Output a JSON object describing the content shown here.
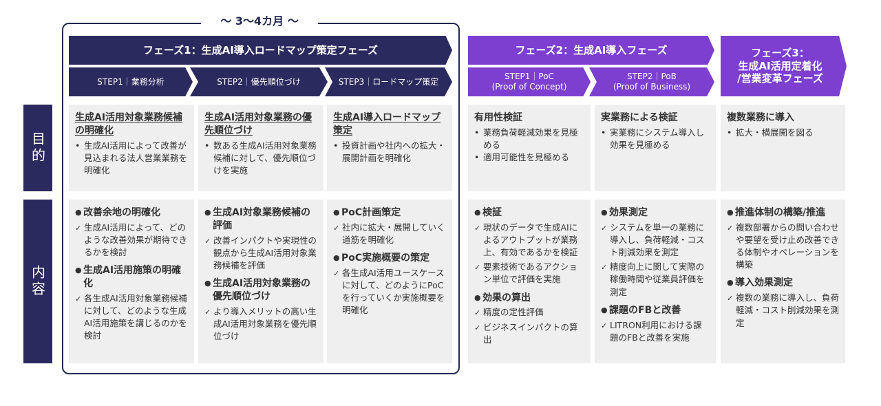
{
  "duration_label": "～ 3～4カ月 ～",
  "phases": [
    {
      "title": "フェーズ1：生成AI導入ロードマップ策定フェーズ"
    },
    {
      "title": "フェーズ2：生成AI導入フェーズ"
    },
    {
      "title_line1": "フェーズ3：",
      "title_line2": "生成AI活用定着化",
      "title_line3": "/営業変革フェーズ"
    }
  ],
  "steps": [
    {
      "line1": "STEP1｜業務分析"
    },
    {
      "line1": "STEP2｜優先順位づけ"
    },
    {
      "line1": "STEP3｜ロードマップ策定"
    },
    {
      "line1": "STEP1｜PoC",
      "line2": "(Proof of Concept)"
    },
    {
      "line1": "STEP2｜PoB",
      "line2": "(Proof of Business)"
    }
  ],
  "row_labels": {
    "purpose": "目的",
    "content": "内容"
  },
  "purpose": [
    {
      "title": "生成AI活用対象業務候補の明確化",
      "bullets": [
        "生成AI活用によって改善が見込まれる法人営業業務を明確化"
      ]
    },
    {
      "title": "生成AI活用対象業務の優先順位づけ",
      "bullets": [
        "数ある生成AI活用対象業務候補に対して、優先順位づけを実施"
      ]
    },
    {
      "title": "生成AI導入ロードマップ策定",
      "bullets": [
        "投資計画や社内への拡大・展開計画を明確化"
      ]
    },
    {
      "title": "有用性検証",
      "bullets": [
        "業務負荷軽減効果を見極める",
        "適用可能性を見極める"
      ]
    },
    {
      "title": "実業務による検証",
      "bullets": [
        "実業務にシステム導入し効果を見極める"
      ]
    },
    {
      "title": "複数業務に導入",
      "bullets": [
        "拡大・横展開を図る"
      ]
    }
  ],
  "content": [
    {
      "sections": [
        {
          "title": "改善余地の明確化",
          "items": [
            "生成AI活用によって、どのような改善効果が期待できるかを検討"
          ]
        },
        {
          "title": "生成AI活用施策の明確化",
          "items": [
            "各生成AI活用対象業務候補に対して、どのような生成AI活用施策を講じるのかを検討"
          ]
        }
      ]
    },
    {
      "sections": [
        {
          "title": "生成AI対象業務候補の評価",
          "items": [
            "改善インパクトや実現性の観点から生成AI活用対象業務候補を評価"
          ]
        },
        {
          "title": "生成AI活用対象業務の優先順位づけ",
          "items": [
            "より導入メリットの高い生成AI活用対象業務を優先順位づけ"
          ]
        }
      ]
    },
    {
      "sections": [
        {
          "title": "PoC計画策定",
          "items": [
            "社内に拡大・展開していく道筋を明確化"
          ]
        },
        {
          "title": "PoC実施概要の策定",
          "items": [
            "各生成AI活用ユースケースに対して、どのようにPoCを行っていくか実施概要を明確化"
          ]
        }
      ]
    },
    {
      "sections": [
        {
          "title": "検証",
          "items": [
            "現状のデータで生成AIによるアウトプットが業務上、有効であるかを検証",
            "要素技術であるアクション単位で評価を実施"
          ]
        },
        {
          "title": "効果の算出",
          "items": [
            "精度の定性評価",
            "ビジネスインパクトの算出"
          ]
        }
      ]
    },
    {
      "sections": [
        {
          "title": "効果測定",
          "items": [
            "システムを単一の業務に導入し、負荷軽減・コスト削減効果を測定",
            "精度向上に関して実際の稼働時間や従業員評価を測定"
          ]
        },
        {
          "title": "課題のFBと改善",
          "items": [
            "LITRON利用における課題のFBと改善を実施"
          ]
        }
      ]
    },
    {
      "sections": [
        {
          "title": "推進体制の構築/推進",
          "items": [
            "複数部署からの問い合わせや要望を受け止め改善できる体制やオペレーションを構築"
          ]
        },
        {
          "title": "導入効果測定",
          "items": [
            "複数の業務に導入し、負荷軽減・コスト削減効果を測定"
          ]
        }
      ]
    }
  ],
  "colors": {
    "navy": "#2b2a5f",
    "purple": "#7c3fd0",
    "cell": "#efefef",
    "bracket": "#24294f"
  }
}
